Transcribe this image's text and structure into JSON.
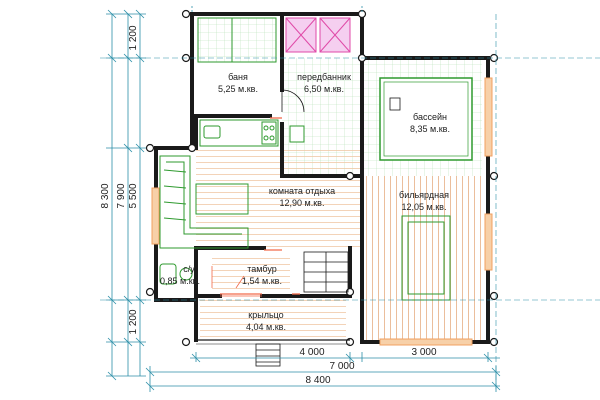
{
  "colors": {
    "wall": "#1a1a1a",
    "furniture": "#2e9a2e",
    "tile_grid": "#b5dfb5",
    "floor_wood": "#f3c9a3",
    "floor_line": "#dca37a",
    "window": "#f0a060",
    "stair": "#f26a4a",
    "sink_fill": "#f2c6e8",
    "dimension": "#2c8fa8",
    "background": "#ffffff"
  },
  "rooms": [
    {
      "id": "banya",
      "name": "баня",
      "area": "5,25 м.кв."
    },
    {
      "id": "predbannik",
      "name": "передбанник",
      "area": "6,50 м.кв."
    },
    {
      "id": "basseyn",
      "name": "бассейн",
      "area": "8,35 м.кв."
    },
    {
      "id": "komnata",
      "name": "комната отдыха",
      "area": "12,90 м.кв."
    },
    {
      "id": "billiard",
      "name": "бильярдная",
      "area": "12,05 м.кв."
    },
    {
      "id": "su",
      "name": "с/у",
      "area": "0,85 м.кв."
    },
    {
      "id": "tambur",
      "name": "тамбур",
      "area": "1,54 м.кв."
    },
    {
      "id": "kryltso",
      "name": "крыльцо",
      "area": "4,04 м.кв."
    }
  ],
  "dimensions": {
    "vertical": [
      "8 300",
      "7 900",
      "5 500",
      "1 200",
      "1 200"
    ],
    "horizontal": [
      "4 000",
      "3 000",
      "7 000",
      "8 400"
    ]
  }
}
